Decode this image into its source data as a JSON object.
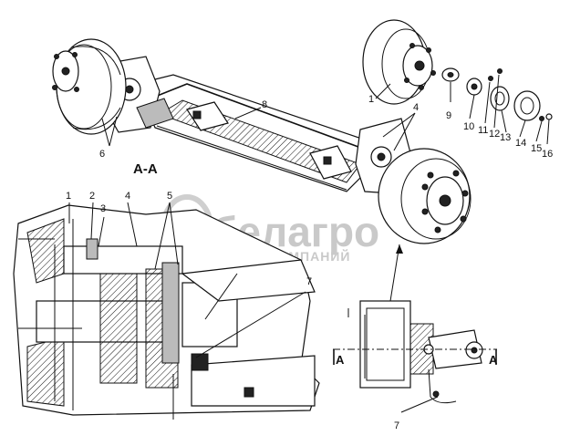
{
  "watermark": {
    "brand": "белагро",
    "tagline": "ГРУППА КОМПАНИЙ"
  },
  "section": {
    "title": "А-А",
    "mark_left": "А",
    "mark_right": "А"
  },
  "callouts": {
    "c1": "1",
    "c4": "4",
    "c6": "6",
    "c8": "8",
    "c9": "9",
    "c10": "10",
    "c11": "11",
    "c12": "12",
    "c13": "13",
    "c14": "14",
    "c15": "15",
    "c16": "16",
    "s1": "1",
    "s2": "2",
    "s3": "3",
    "s4": "4",
    "s5": "5",
    "s7": "7",
    "d7": "7"
  }
}
